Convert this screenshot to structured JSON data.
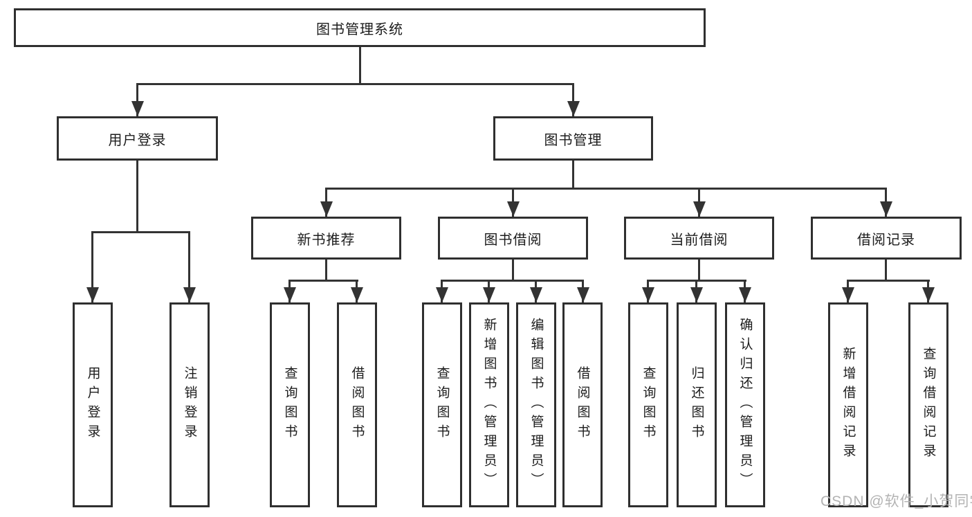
{
  "nodes": {
    "root": "图书管理系统",
    "user_login": "用户登录",
    "book_management": "图书管理",
    "new_book_recommend": "新书推荐",
    "book_borrowing": "图书借阅",
    "current_borrowing": "当前借阅",
    "borrowing_records": "借阅记录",
    "leaves": {
      "user_login": "用户登录",
      "logout": "注销登录",
      "query_books_recommend": "查询图书",
      "borrow_books_recommend": "借阅图书",
      "query_books_borrowing": "查询图书",
      "add_books_admin": "新增图书（管理员）",
      "edit_books_admin": "编辑图书（管理员）",
      "borrow_books": "借阅图书",
      "query_books_current": "查询图书",
      "return_books": "归还图书",
      "confirm_return_admin": "确认归还（管理员）",
      "add_borrow_record": "新增借阅记录",
      "query_borrow_record": "查询借阅记录"
    }
  },
  "watermark": "CSDN @软件_小贺同学",
  "colors": {
    "line": "#333333",
    "box_border": "#2f2f2f",
    "box_fill": "#ffffff",
    "text": "#1c1c1c",
    "watermark": "#b3b3b3"
  }
}
